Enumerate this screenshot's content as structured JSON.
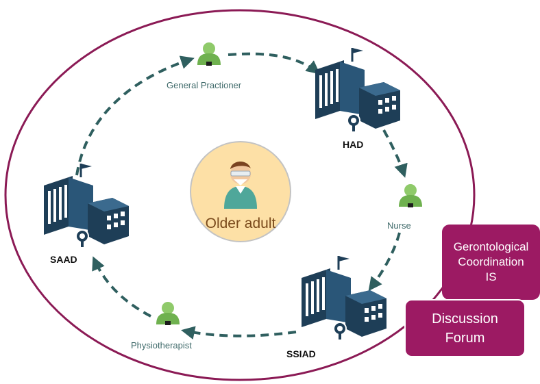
{
  "center": {
    "label": "Older adult",
    "icon": "older-adult-icon"
  },
  "actors": {
    "general_practioner": {
      "label": "General Practioner",
      "icon": "person-icon"
    },
    "nurse": {
      "label": "Nurse",
      "icon": "person-icon"
    },
    "physiotherapist": {
      "label": "Physiotherapist",
      "icon": "person-icon"
    }
  },
  "facilities": {
    "had": {
      "label": "HAD",
      "icon": "hospital-building-icon"
    },
    "ssiad": {
      "label": "SSIAD",
      "icon": "hospital-building-icon"
    },
    "saad": {
      "label": "SAAD",
      "icon": "hospital-building-icon"
    }
  },
  "systems": {
    "gerontological": {
      "line1": "Gerontological",
      "line2": "Coordination",
      "line3": "IS"
    },
    "forum": {
      "line1": "Discussion",
      "line2": "Forum"
    }
  },
  "colors": {
    "ellipse": "#8b1a55",
    "arrows": "#2f5f5f",
    "box_fill": "#9c1a63",
    "center_fill": "#fde0a6",
    "person_fill": "#7fbf5b",
    "building_fill": "#1e3e57"
  }
}
